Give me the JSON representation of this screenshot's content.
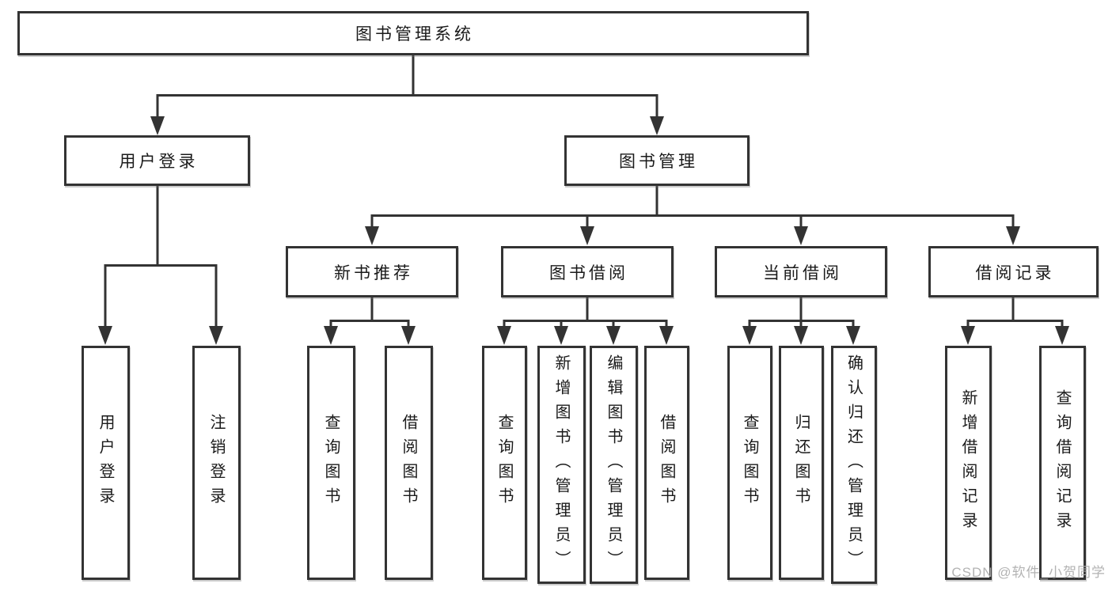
{
  "tree": {
    "label": "图书管理系统",
    "children": [
      {
        "label": "用户登录",
        "children": [
          {
            "label": "用户登录"
          },
          {
            "label": "注销登录"
          }
        ]
      },
      {
        "label": "图书管理",
        "children": [
          {
            "label": "新书推荐",
            "children": [
              {
                "label": "查询图书"
              },
              {
                "label": "借阅图书"
              }
            ]
          },
          {
            "label": "图书借阅",
            "children": [
              {
                "label": "查询图书"
              },
              {
                "label": "新增图书（管理员）"
              },
              {
                "label": "编辑图书（管理员）"
              },
              {
                "label": "借阅图书"
              }
            ]
          },
          {
            "label": "当前借阅",
            "children": [
              {
                "label": "查询图书"
              },
              {
                "label": "归还图书"
              },
              {
                "label": "确认归还（管理员）"
              }
            ]
          },
          {
            "label": "借阅记录",
            "children": [
              {
                "label": "新增借阅记录"
              },
              {
                "label": "查询借阅记录"
              }
            ]
          }
        ]
      }
    ]
  },
  "watermark": "CSDN @软件_小贺同学",
  "colors": {
    "line": "#333333",
    "box_border": "#333333",
    "text": "#1a1a1a",
    "watermark": "#afafaf",
    "background": "#ffffff"
  }
}
